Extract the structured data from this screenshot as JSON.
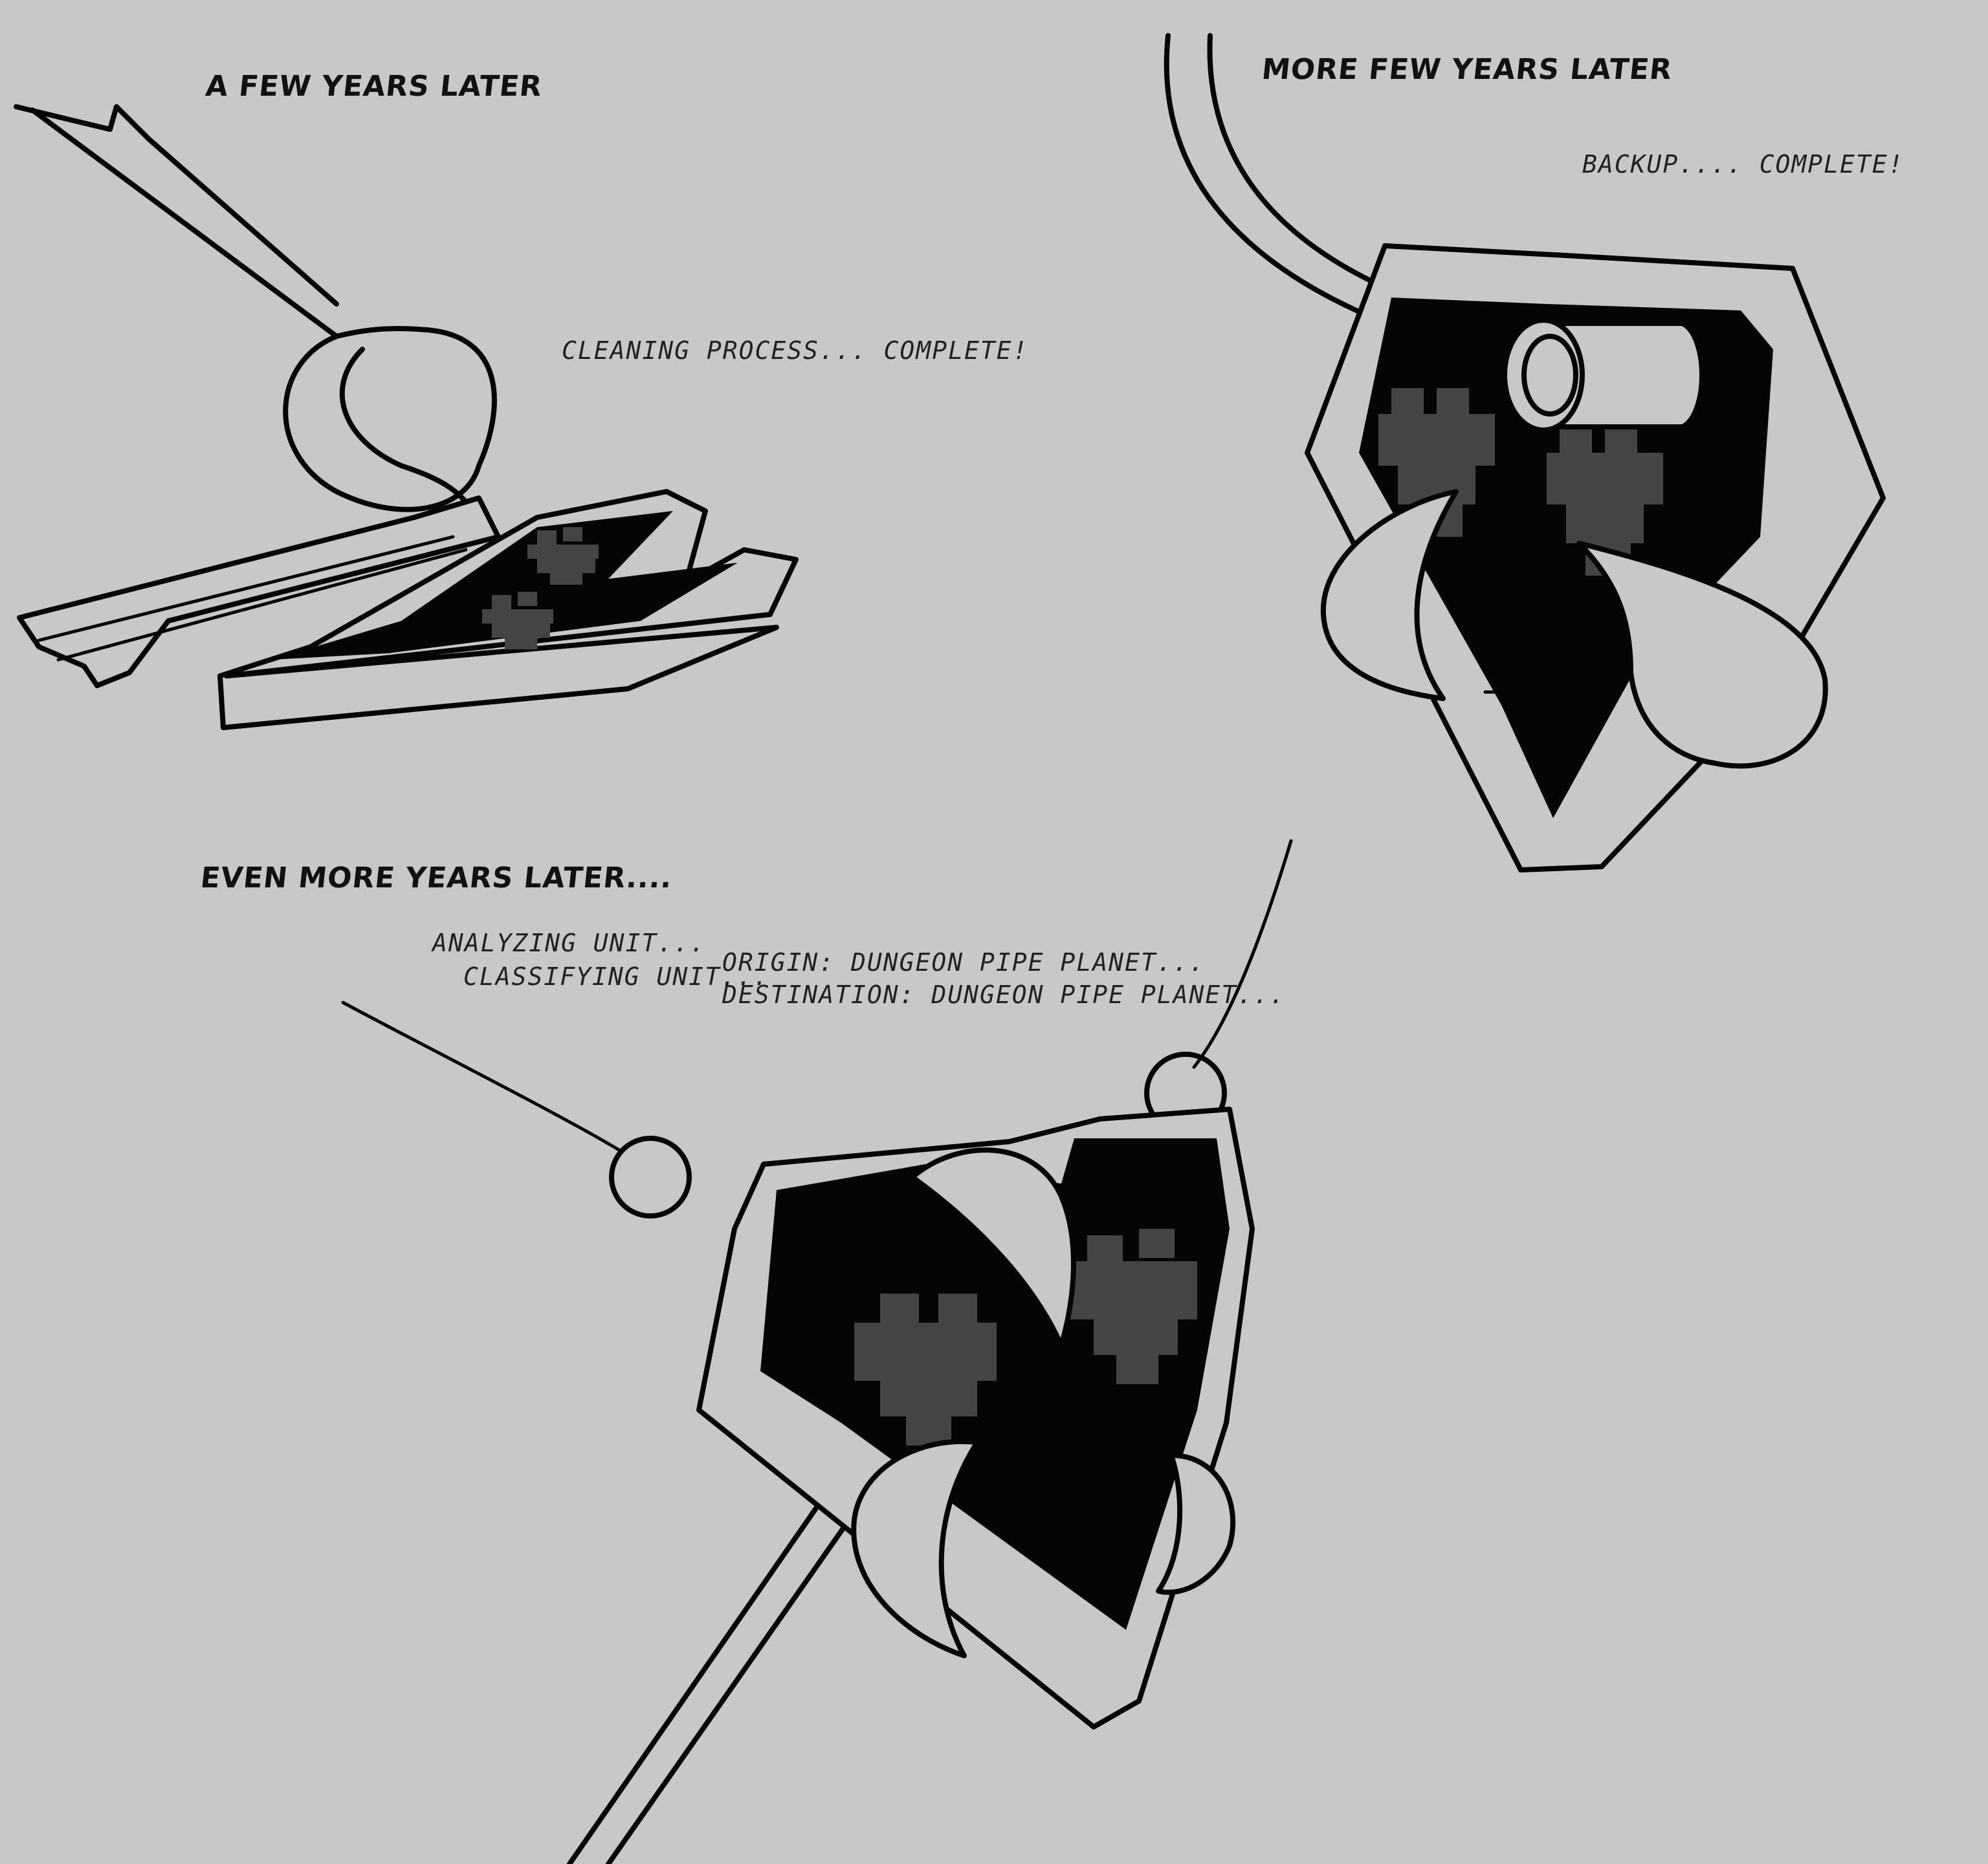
{
  "panels": [
    {
      "title": "A few years later",
      "lines": [
        "CLEANING PROCESS... COMPLETE!"
      ]
    },
    {
      "title": "More few years later",
      "lines": [
        "BACKUP.... COMPLETE!"
      ]
    },
    {
      "title": "Even more years later....",
      "lines": [
        "ANALYZING UNIT...",
        "CLASSIFYING UNIT...",
        "ORIGIN: DUNGEON PIPE PLANET...",
        "DESTINATION: DUNGEON PIPE PLANET..."
      ]
    }
  ],
  "colors": {
    "background": "#c8c8c8",
    "ink": "#050505",
    "heart": "#444444"
  }
}
